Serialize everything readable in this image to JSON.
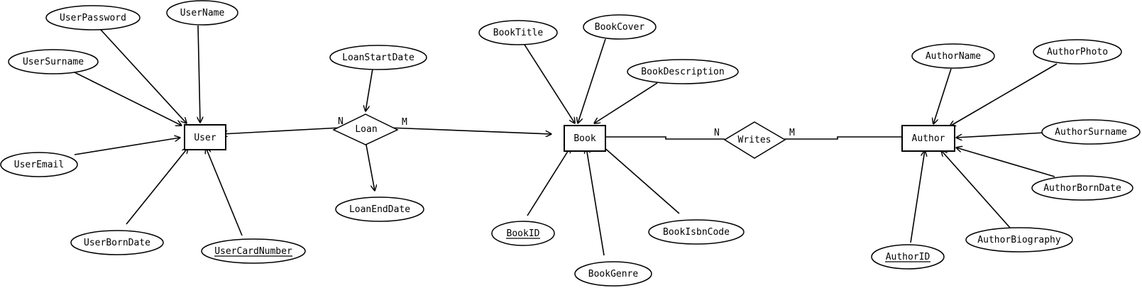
{
  "entities": {
    "user": "User",
    "book": "Book",
    "author": "Author"
  },
  "relationships": {
    "loan": {
      "label": "Loan",
      "card_left": "N",
      "card_right": "M"
    },
    "writes": {
      "label": "Writes",
      "card_left": "N",
      "card_right": "M"
    }
  },
  "attributes": {
    "user_password": "UserPassword",
    "user_name": "UserName",
    "user_surname": "UserSurname",
    "user_email": "UserEmail",
    "user_born_date": "UserBornDate",
    "user_card_number": "UserCardNumber",
    "loan_start_date": "LoanStartDate",
    "loan_end_date": "LoanEndDate",
    "book_title": "BookTitle",
    "book_cover": "BookCover",
    "book_description": "BookDescription",
    "book_id": "BookID",
    "book_genre": "BookGenre",
    "book_isbn_code": "BookIsbnCode",
    "author_name": "AuthorName",
    "author_photo": "AuthorPhoto",
    "author_surname": "AuthorSurname",
    "author_born_date": "AuthorBornDate",
    "author_biography": "AuthorBiography",
    "author_id": "AuthorID"
  }
}
